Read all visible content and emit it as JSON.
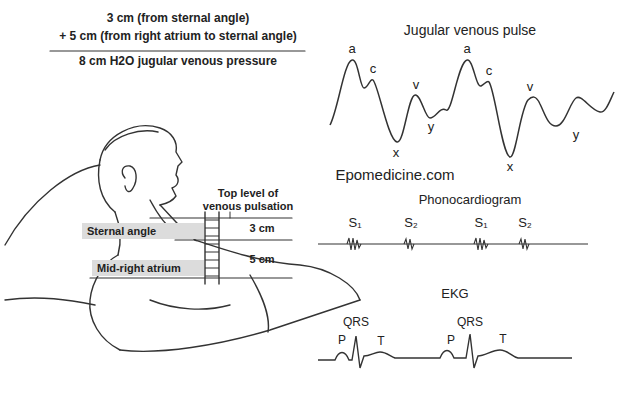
{
  "diagram": {
    "nodes": [
      {
        "text": [
          "Sternal angle"
        ]
      },
      {
        "text": [
          "Mid-right atrium"
        ]
      }
    ],
    "labels": [
      "3 cm (from sternal angle)",
      "+ 5 cm (from right atrium to sternal angle)",
      "8 cm H2O jugular venous pressure",
      "Top level of venous pulsation",
      "3 cm",
      "5 cm",
      "Jugular venous pulse",
      "a",
      "c",
      "v",
      "x",
      "y",
      "a",
      "c",
      "v",
      "x",
      "y",
      "Epomedicine.com",
      "Phonocardiogram",
      "S₁",
      "S₂",
      "S₁",
      "S₂",
      "EKG",
      "QRS",
      "P",
      "T",
      "QRS",
      "P",
      "T"
    ]
  }
}
